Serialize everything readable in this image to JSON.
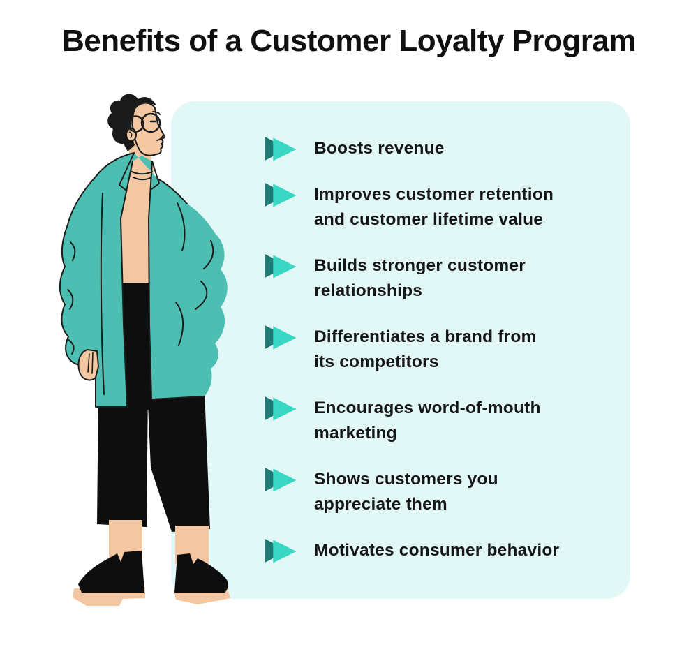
{
  "title": "Benefits of a Customer Loyalty Program",
  "palette": {
    "background": "#FFFFFF",
    "panel_bg": "#E2F8F7",
    "arrow_dark": "#1F7A75",
    "arrow_light": "#38D8C5",
    "coat_teal": "#4DBFB2",
    "skin_tone": "#F2C7A1",
    "outline_black": "#1C1C1C",
    "text_color": "#161616",
    "title_color": "#101010"
  },
  "benefits": {
    "icon": "double-chevron-right-icon",
    "items": [
      {
        "label": "Boosts revenue"
      },
      {
        "label": "Improves customer retention\nand customer lifetime value"
      },
      {
        "label": "Builds stronger customer\nrelationships"
      },
      {
        "label": "Differentiates a brand from\nits competitors"
      },
      {
        "label": "Encourages word-of-mouth\nmarketing"
      },
      {
        "label": "Shows customers you\nappreciate them"
      },
      {
        "label": "Motivates consumer behavior"
      }
    ]
  },
  "illustration": {
    "name": "man-in-teal-coat",
    "alt": "Standing man with curly dark hair and glasses wearing an oversized teal coat, black cropped pants and black boots"
  }
}
